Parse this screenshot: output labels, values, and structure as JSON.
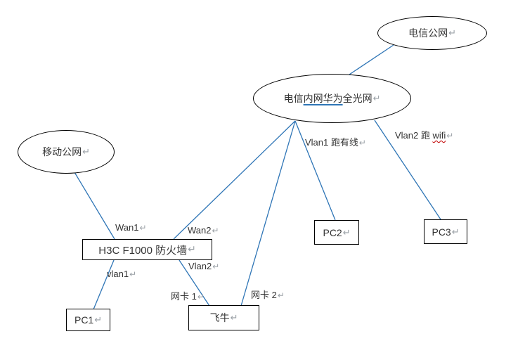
{
  "diagram": {
    "nodes": {
      "mobile_public": {
        "label": "移动公网"
      },
      "telecom_public": {
        "label": "电信公网"
      },
      "telecom_internal": {
        "label_prefix": "电信",
        "label_underlined": "内网华为",
        "label_suffix": "全光网"
      },
      "firewall": {
        "label": "H3C F1000 防火墙"
      },
      "pc1": {
        "label": "PC1"
      },
      "pc2": {
        "label": "PC2"
      },
      "pc3": {
        "label": "PC3"
      },
      "nas": {
        "label": "飞牛"
      }
    },
    "edge_labels": {
      "wan1": "Wan1",
      "wan2": "Wan2",
      "vlan1": "vlan1",
      "vlan2": "Vlan2",
      "vlan1_wired": "Vlan1 跑有线",
      "vlan2_wifi_prefix": "Vlan2 跑 ",
      "vlan2_wifi_word": "wifi",
      "nic1": "网卡 1",
      "nic2": "网卡 2"
    },
    "marks": {
      "paragraph_mark": "↵"
    },
    "colors": {
      "connector": "#2e75b6",
      "shape_border": "#000000",
      "text": "#333333",
      "paragraph_mark": "#9aa0a6",
      "grammar_underline": "#2e75b6",
      "spell_underline": "#c00000",
      "background": "#ffffff"
    }
  }
}
